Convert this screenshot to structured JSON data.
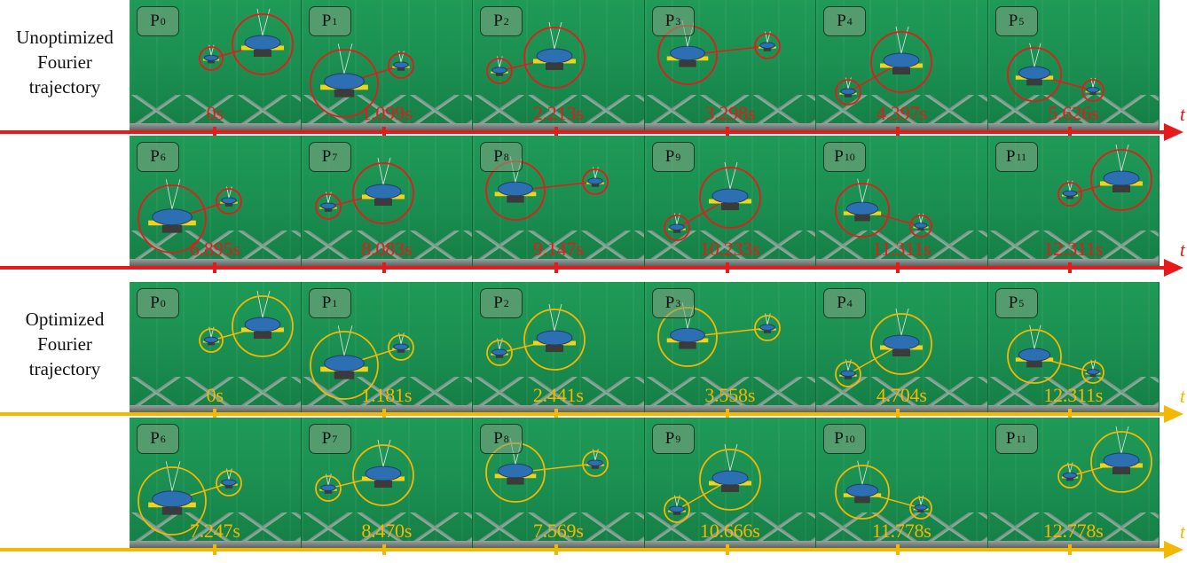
{
  "sections": [
    {
      "label_lines": [
        "Unoptimized",
        "Fourier",
        "trajectory"
      ],
      "color": "#e8191a",
      "rows": [
        {
          "frames": [
            {
              "p": "0",
              "time": "0s"
            },
            {
              "p": "1",
              "time": "1.099s"
            },
            {
              "p": "2",
              "time": "2.213s"
            },
            {
              "p": "3",
              "time": "3.298s"
            },
            {
              "p": "4",
              "time": "4.397s"
            },
            {
              "p": "5",
              "time": "5.626s"
            }
          ]
        },
        {
          "frames": [
            {
              "p": "6",
              "time": "6.895s"
            },
            {
              "p": "7",
              "time": "8.083s"
            },
            {
              "p": "8",
              "time": "9.147s"
            },
            {
              "p": "9",
              "time": "10.233s"
            },
            {
              "p": "10",
              "time": "11.311s"
            },
            {
              "p": "11",
              "time": "12.311s"
            }
          ]
        }
      ]
    },
    {
      "label_lines": [
        "Optimized",
        "Fourier",
        "trajectory"
      ],
      "color": "#f5b800",
      "rows": [
        {
          "frames": [
            {
              "p": "0",
              "time": "0s"
            },
            {
              "p": "1",
              "time": "1.181s"
            },
            {
              "p": "2",
              "time": "2.441s"
            },
            {
              "p": "3",
              "time": "3.558s"
            },
            {
              "p": "4",
              "time": "4.704s"
            },
            {
              "p": "5",
              "time": "12.311s"
            }
          ]
        },
        {
          "frames": [
            {
              "p": "6",
              "time": "7.247s"
            },
            {
              "p": "7",
              "time": "8.470s"
            },
            {
              "p": "8",
              "time": "7.569s"
            },
            {
              "p": "9",
              "time": "10.666s"
            },
            {
              "p": "10",
              "time": "11.778s"
            },
            {
              "p": "11",
              "time": "12.778s"
            }
          ]
        }
      ]
    }
  ],
  "axis_symbol": "t",
  "p_prefix": "P",
  "icons": {
    "drone": "drone-icon",
    "zoom": "magnifier-circle"
  }
}
